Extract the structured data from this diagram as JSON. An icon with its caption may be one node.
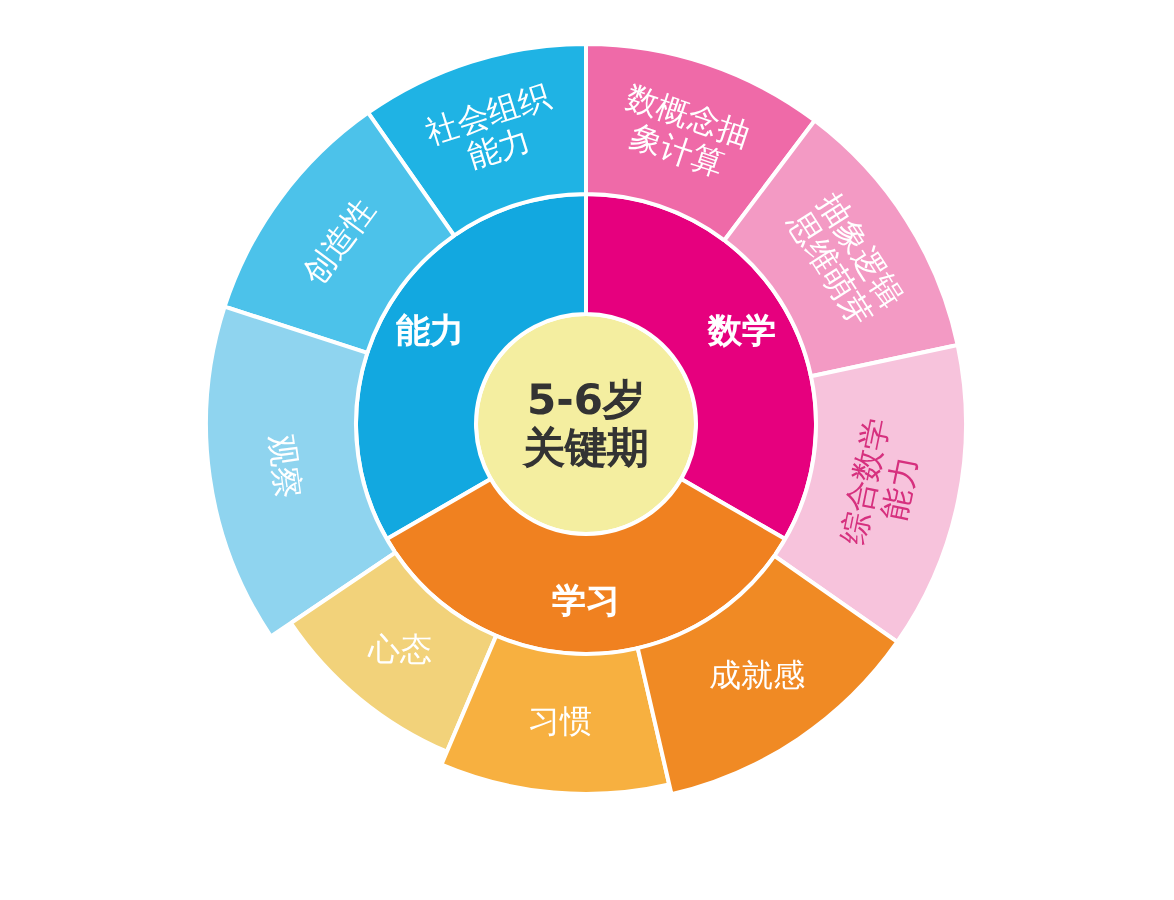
{
  "diagram": {
    "nodes": [
      {
        "text": [
          "5-6岁关键期"
        ]
      },
      {
        "text": [
          "能力"
        ]
      },
      {
        "text": [
          "数学"
        ]
      },
      {
        "text": [
          "学习"
        ]
      },
      {
        "text": [
          "社会组织能力"
        ]
      },
      {
        "text": [
          "数概念抽象计算"
        ]
      },
      {
        "text": [
          "抽象逻辑思维萌芽"
        ]
      },
      {
        "text": [
          "创造性"
        ]
      },
      {
        "text": [
          "综合数学能力"
        ]
      },
      {
        "text": [
          "观察"
        ]
      },
      {
        "text": [
          "心态"
        ]
      },
      {
        "text": [
          "习惯"
        ]
      },
      {
        "text": [
          "成就感"
        ]
      }
    ]
  }
}
